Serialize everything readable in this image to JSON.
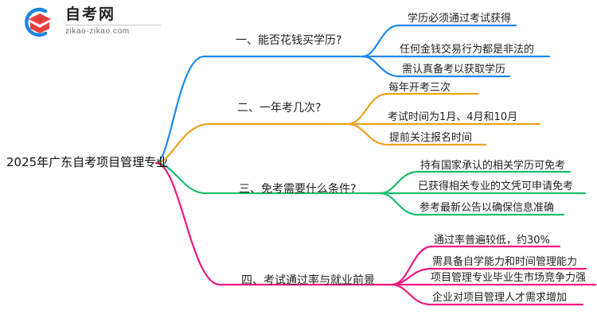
{
  "logo": {
    "name_cn": "自考网",
    "domain": "zikao-zikao.com",
    "mark_icon": "graduation-cap-logo-icon",
    "arc_color": "#1b86e0",
    "cap_color": "#e8413c"
  },
  "mindmap": {
    "root": {
      "label": "2025年广东自考项目管理专业"
    },
    "branches": [
      {
        "id": "branch-1",
        "label": "一、能否花钱买学历?",
        "color": "#1d87f0",
        "children": [
          {
            "label": "学历必须通过考试获得"
          },
          {
            "label": "任何金钱交易行为都是非法的"
          },
          {
            "label": "需认真备考以获取学历"
          }
        ]
      },
      {
        "id": "branch-2",
        "label": "二、一年考几次?",
        "color": "#eba221",
        "children": [
          {
            "label": "每年开考三次"
          },
          {
            "label": "考试时间为1月、4月和10月"
          },
          {
            "label": "提前关注报名时间"
          }
        ]
      },
      {
        "id": "branch-3",
        "label": "三、免考需要什么条件?",
        "color": "#18be6b",
        "children": [
          {
            "label": "持有国家承认的相关学历可免考"
          },
          {
            "label": "已获得相关专业的文凭可申请免考"
          },
          {
            "label": "参考最新公告以确保信息准确"
          }
        ]
      },
      {
        "id": "branch-4",
        "label": "四、考试通过率与就业前景",
        "color": "#f0197f",
        "children": [
          {
            "label": "通过率普遍较低，约30%"
          },
          {
            "label": "需具备自学能力和时间管理能力"
          },
          {
            "label": "项目管理专业毕业生市场竞争力强"
          },
          {
            "label": "企业对项目管理人才需求增加"
          }
        ]
      }
    ]
  }
}
